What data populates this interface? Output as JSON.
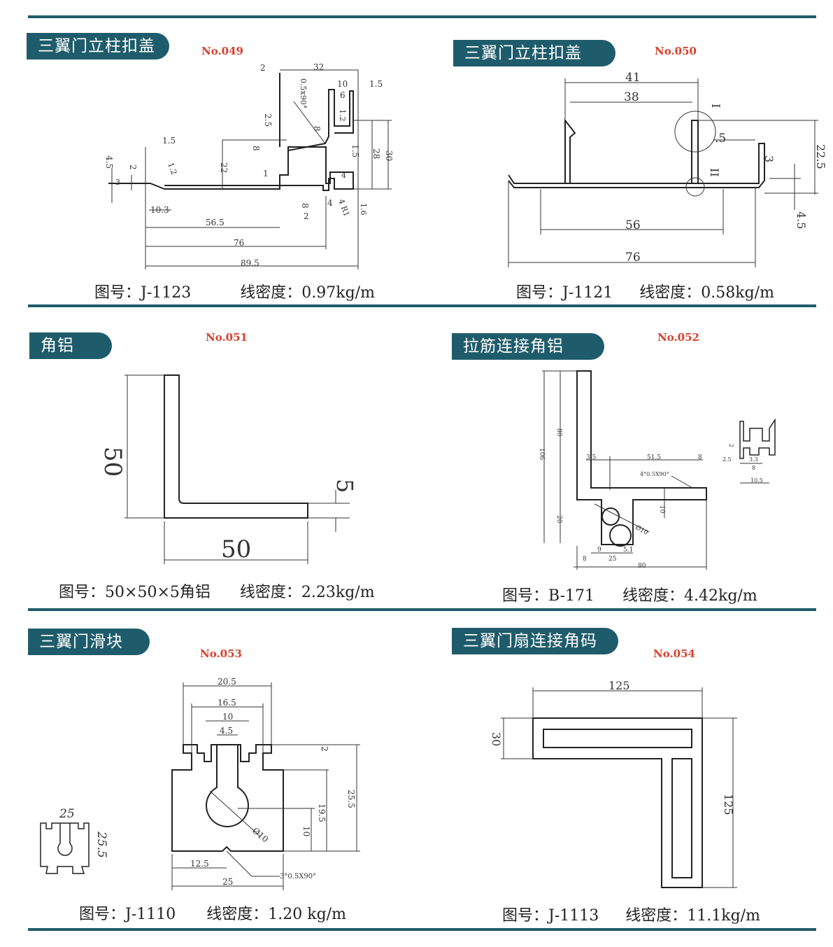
{
  "colors": {
    "accent": "#1f5c6b",
    "number_red": "#d9402b"
  },
  "panels": [
    {
      "title": "三翼门立柱扣盖",
      "no": "No.049",
      "drawing_no_label": "图号：",
      "drawing_no": "J-1123",
      "density_label": "线密度：",
      "density": "0.97kg/m",
      "dims": [
        "2",
        "32",
        "0.5x90°",
        "10",
        "1.5",
        "6",
        "1.2",
        "2.5",
        "8",
        "8",
        "1.5",
        "28",
        "30",
        "1.5",
        "4.5",
        "2",
        "1.2",
        "22",
        "1",
        "3",
        "4",
        "10.3",
        "56.5",
        "8",
        "2",
        "4",
        "4 R1",
        "1.6",
        "76",
        "89.5"
      ]
    },
    {
      "title": "三翼门立柱扣盖",
      "no": "No.050",
      "drawing_no_label": "图号：",
      "drawing_no": "J-1121",
      "density_label": "线密度：",
      "density": "0.58kg/m",
      "dims": [
        "41",
        "38",
        "I",
        ".5",
        "22.5",
        "3",
        "II",
        "56",
        "4.5",
        "76"
      ]
    },
    {
      "title": "角铝",
      "no": "No.051",
      "drawing_no_label": "图号：",
      "drawing_no": "50×50×5角铝",
      "density_label": "线密度：",
      "density": "2.23kg/m",
      "dims": [
        "50",
        "5",
        "50"
      ]
    },
    {
      "title": "拉筋连接角铝",
      "no": "No.052",
      "drawing_no_label": "图号：",
      "drawing_no": "B-171",
      "density_label": "线密度：",
      "density": "4.42kg/m",
      "dims": [
        "106",
        "80",
        "3.5",
        "51.5",
        "8",
        "4°0.5X90°",
        "10",
        "20",
        "Ø10",
        "9",
        "25",
        "5.1",
        "8",
        "80",
        "2",
        "2.5",
        "3.3",
        "8",
        "10.5"
      ]
    },
    {
      "title": "三翼门滑块",
      "no": "No.053",
      "drawing_no_label": "图号：",
      "drawing_no": "J-1110",
      "density_label": "线密度：",
      "density": "1.20 kg/m",
      "dims": [
        "20.5",
        "16.5",
        "10",
        "4.5",
        "2",
        "25.5",
        "19.5",
        "10",
        "Ø10",
        "12.5",
        "25",
        "3°0.5X90°",
        "25",
        "25.5"
      ]
    },
    {
      "title": "三翼门扇连接角码",
      "no": "No.054",
      "drawing_no_label": "图号：",
      "drawing_no": "J-1113",
      "density_label": "线密度：",
      "density": "11.1kg/m",
      "dims": [
        "125",
        "30",
        "125"
      ]
    }
  ]
}
